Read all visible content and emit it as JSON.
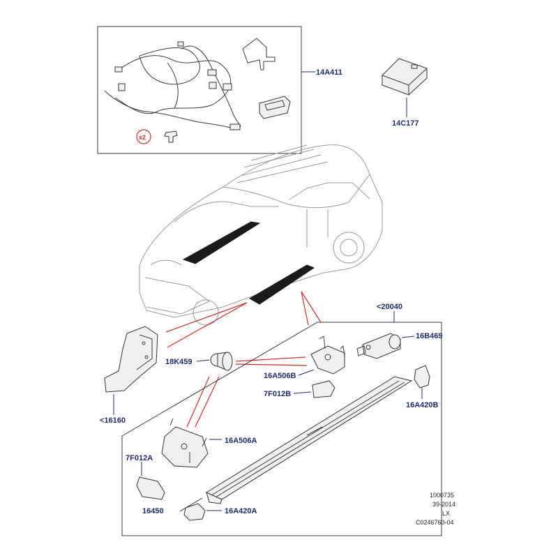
{
  "labels": {
    "harness": "14A411",
    "module": "14C177",
    "qty_badge": "x2",
    "step_assembly": "<20040",
    "motor": "16B469",
    "bushing": "18K459",
    "bracket_front": "16A506B",
    "cover_front": "7F012B",
    "end_cap_right": "16A420B",
    "mud_flap": "<16160",
    "bracket_rear": "16A506A",
    "cover_rear": "7F012A",
    "step_board": "16450",
    "end_cap_left": "16A420A"
  },
  "footer": {
    "line1": "1000735",
    "line2": "39-2014",
    "line3": "LX",
    "line4": "C0246760-04"
  },
  "colors": {
    "label": "#1a2b6e",
    "callout": "#d42a2a",
    "badge": "#d42a2a"
  }
}
